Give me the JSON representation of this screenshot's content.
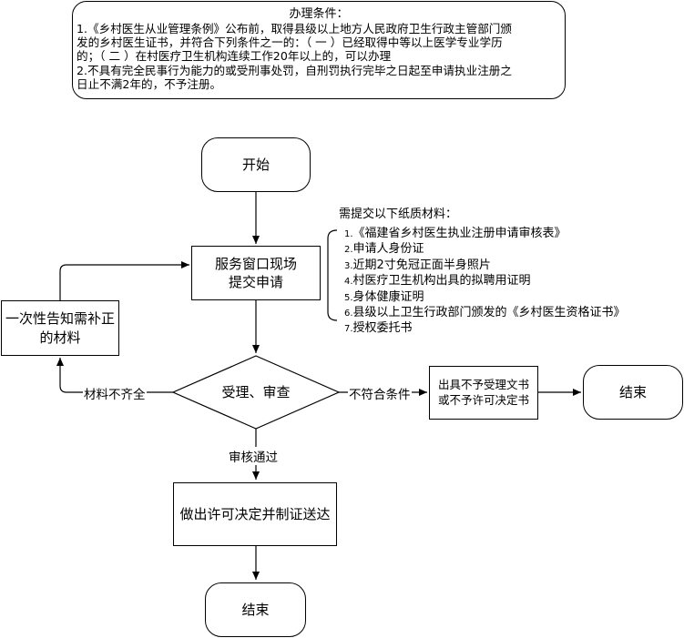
{
  "conditions": {
    "title": "办理条件：",
    "lines": [
      "1.《乡村医生从业管理条例》公布前，取得县级以上地方人民政府卫生行政主管部门颁",
      "发的乡村医生证书，并符合下列条件之一的：（ 一 ）已经取得中等以上医学专业学历",
      "的；（ 二 ）在村医疗卫生机构连续工作20年以上的，可以办理",
      "2.不具有完全民事行为能力的或受刑事处罚，自刑罚执行完毕之日起至申请执业注册之",
      "日止不满2年的，不予注册。"
    ]
  },
  "nodes": {
    "start": "开始",
    "submit_line1": "服务窗口现场",
    "submit_line2": "提交申请",
    "review": "受理、审查",
    "notify_line1": "一次性告知需补正",
    "notify_line2": "的材料",
    "reject_line1": "出具不予受理文书",
    "reject_line2": "或不予许可决定书",
    "end_right": "结束",
    "approve": "做出许可决定并制证送达",
    "end_bottom": "结束"
  },
  "materials": {
    "title": "需提交以下纸质材料：",
    "items": [
      {
        "num": "1.",
        "text": "《福建省乡村医生执业注册申请审核表》"
      },
      {
        "num": "2.",
        "text": "申请人身份证"
      },
      {
        "num": "3.",
        "text": "近期2寸免冠正面半身照片"
      },
      {
        "num": "4.",
        "text": "村医疗卫生机构出具的拟聘用证明"
      },
      {
        "num": "5.",
        "text": "身体健康证明"
      },
      {
        "num": "6.",
        "text": "县级以上卫生行政部门颁发的《乡村医生资格证书》"
      },
      {
        "num": "7.",
        "text": "授权委托书"
      }
    ]
  },
  "edge_labels": {
    "incomplete": "材料不齐全",
    "not_qualified": "不符合条件",
    "approved": "审核通过"
  }
}
